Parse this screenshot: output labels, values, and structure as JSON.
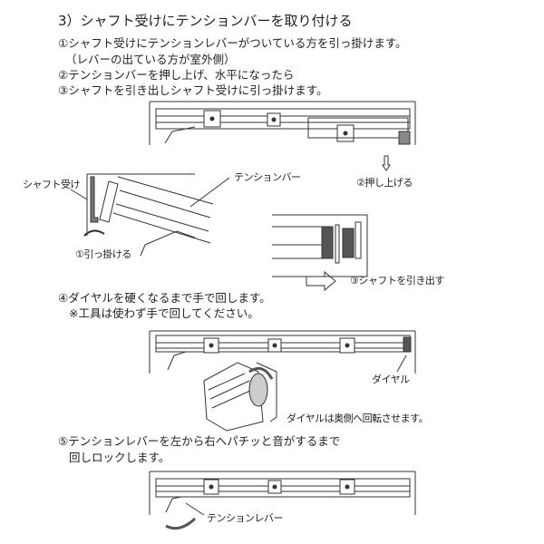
{
  "heading": "3）シャフト受けにテンションバーを取り付ける",
  "steps_top": [
    "①シャフト受けにテンションレバーがついている方を引っ掛けます。",
    "（レバーの出ている方が室外側）",
    "②テンションバーを押し上げ、水平になったら",
    "③シャフトを引き出しシャフト受けに引っ掛けます。"
  ],
  "labels": {
    "push_up": "②押し上げる",
    "shaft_receiver": "シャフト受け",
    "tension_bar": "テンションバー",
    "hook": "①引っ掛ける",
    "pull_shaft": "③シャフトを引き出す",
    "dial": "ダイヤル",
    "dial_note": "ダイヤルは奥側へ回転させます。",
    "tension_lever": "テンションレバー"
  },
  "step4": [
    "④ダイヤルを硬くなるまで手で回します。",
    "※工具は使わず手で回してください。"
  ],
  "step5": [
    "⑤テンションレバーを左から右へパチッと音がするまで",
    "回しロックします。"
  ]
}
